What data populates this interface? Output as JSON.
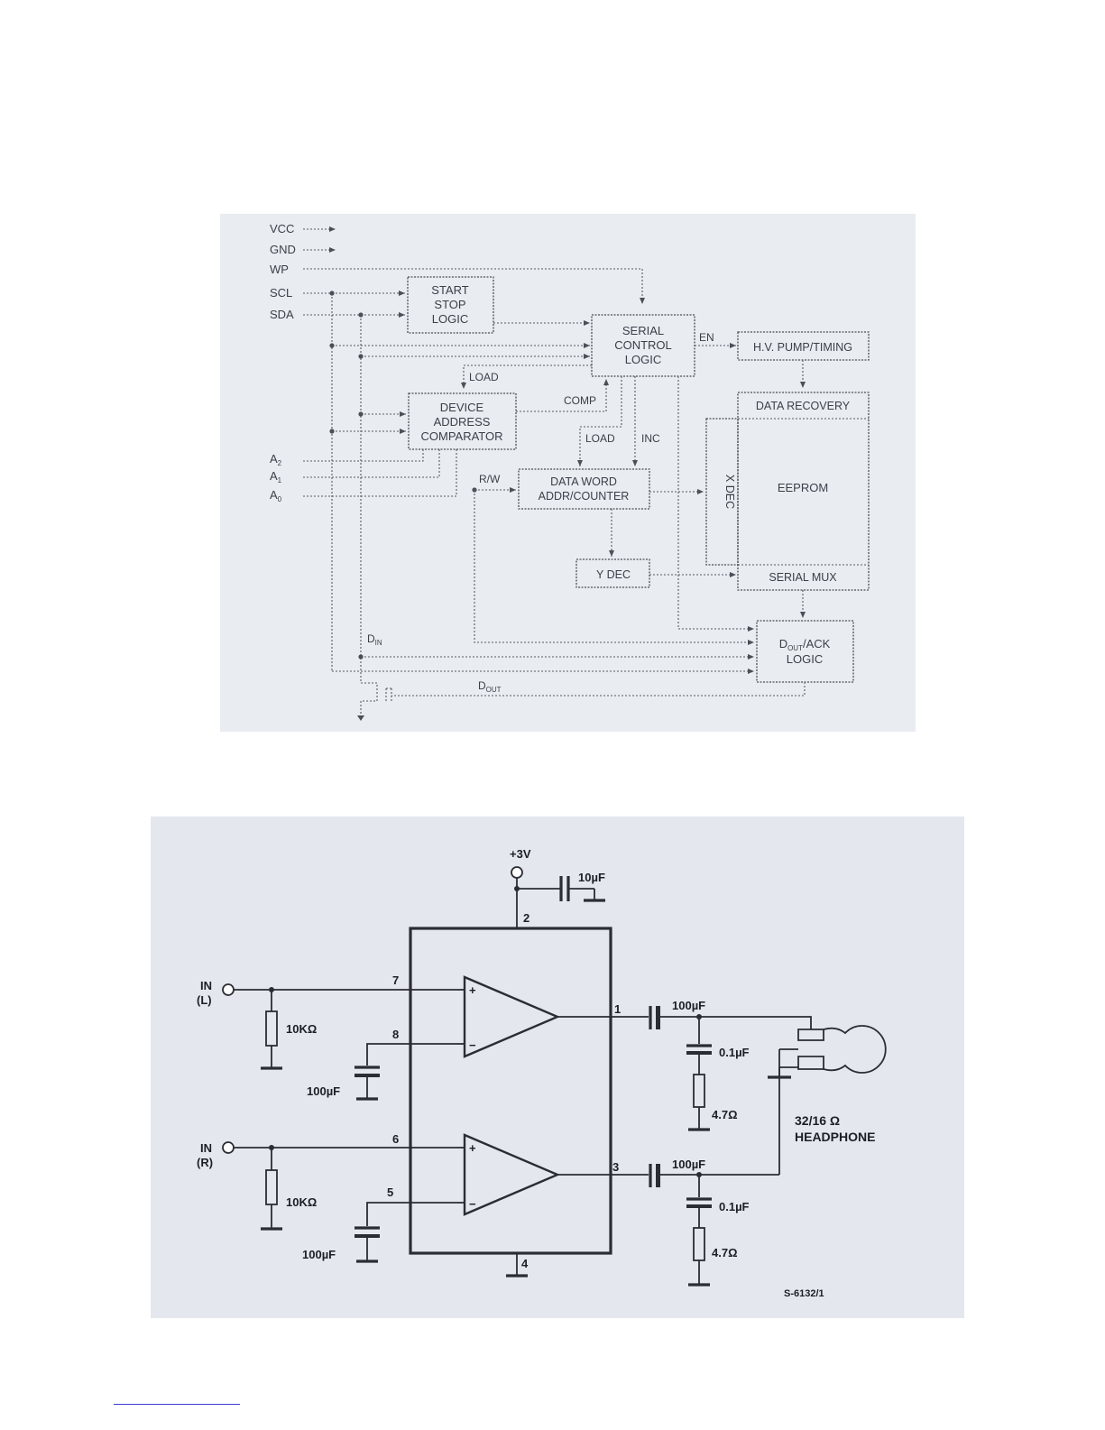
{
  "block_diagram": {
    "pins": {
      "vcc": "VCC",
      "gnd": "GND",
      "wp": "WP",
      "scl": "SCL",
      "sda": "SDA"
    },
    "start_stop": [
      "START",
      "STOP",
      "LOGIC"
    ],
    "serial_control": [
      "SERIAL",
      "CONTROL",
      "LOGIC"
    ],
    "en": "EN",
    "hv_pump": "H.V. PUMP/TIMING",
    "load_top": "LOAD",
    "comp": "COMP",
    "device_address": [
      "DEVICE",
      "ADDRESS",
      "COMPARATOR"
    ],
    "load_mid": "LOAD",
    "inc": "INC",
    "data_recovery": "DATA RECOVERY",
    "address_pins": {
      "a2": "A",
      "a2_sub": "2",
      "a1": "A",
      "a1_sub": "1",
      "a0": "A",
      "a0_sub": "0"
    },
    "rw": "R/W",
    "data_word": [
      "DATA WORD",
      "ADDR/COUNTER"
    ],
    "x_dec": "X DEC",
    "eeprom": "EEPROM",
    "y_dec": "Y DEC",
    "serial_mux": "SERIAL MUX",
    "din": "D",
    "din_sub": "IN",
    "dout_ack": "D",
    "dout_ack_sub": "OUT",
    "dout_ack_rest": "/ACK",
    "dout_ack_logic": "LOGIC",
    "dout": "D",
    "dout_sub": "OUT"
  },
  "schematic": {
    "supply": "+3V",
    "supply_cap": "10µF",
    "pins": {
      "p2": "2",
      "p7": "7",
      "p8": "8",
      "p1": "1",
      "p6": "6",
      "p5": "5",
      "p3": "3",
      "p4": "4"
    },
    "in_left": [
      "IN",
      "(L)"
    ],
    "in_right": [
      "IN",
      "(R)"
    ],
    "r_in_top": "10KΩ",
    "r_in_bottom": "10KΩ",
    "c_fb_top": "100µF",
    "c_fb_bottom": "100µF",
    "c_out_top": "100µF",
    "c_out_bottom": "100µF",
    "c_zobel_top": "0.1µF",
    "c_zobel_bottom": "0.1µF",
    "r_zobel_top": "4.7Ω",
    "r_zobel_bottom": "4.7Ω",
    "headphone": [
      "32/16 Ω",
      "HEADPHONE"
    ],
    "ref_code": "S-6132/1"
  }
}
